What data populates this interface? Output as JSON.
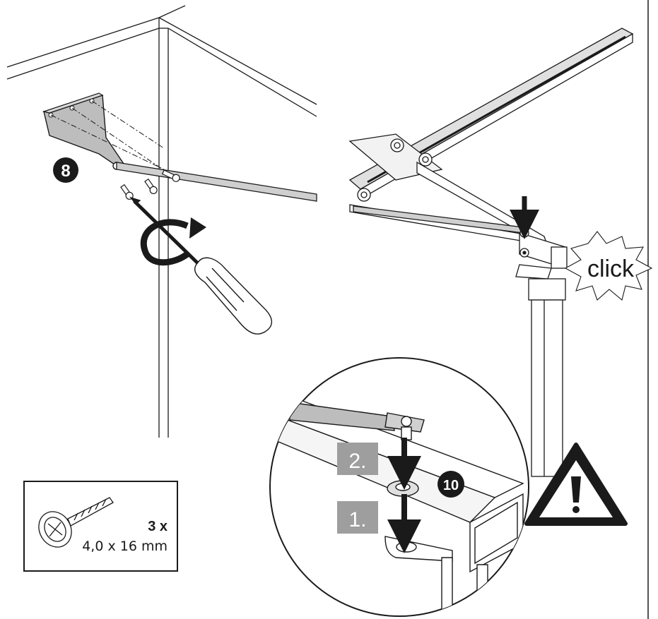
{
  "step_badges": {
    "step8": "8",
    "step10": "10"
  },
  "sound_label": "click",
  "sequence": {
    "first": "1.",
    "second": "2."
  },
  "screw_box": {
    "quantity": "3 x",
    "size": "4,0 x 16 mm"
  },
  "icons": [
    "screwdriver-icon",
    "rotation-arrow-icon",
    "warning-icon",
    "screw-icon"
  ],
  "colors": {
    "line": "#1a1a1a",
    "sequence_box": "#9e9e9e",
    "bracket_fill": "#bdbdbd"
  }
}
